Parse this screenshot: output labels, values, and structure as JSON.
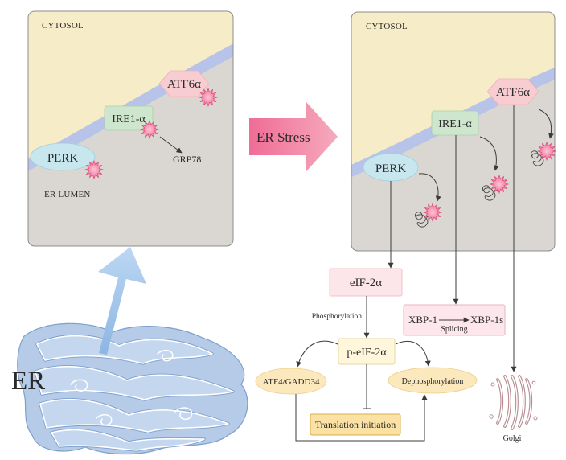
{
  "left_panel": {
    "cytosol_label": "CYTOSOL",
    "lumen_label": "ER LUMEN",
    "atf6_label": "ATF6α",
    "ire1_label": "IRE1-α",
    "perk_label": "PERK",
    "grp78_label": "GRP78"
  },
  "stress_arrow": {
    "label": "ER Stress"
  },
  "right_panel": {
    "cytosol_label": "CYTOSOL",
    "atf6_label": "ATF6α",
    "ire1_label": "IRE1-α",
    "perk_label": "PERK"
  },
  "perk_branch": {
    "eif2a_label": "eIF-2α",
    "phosphorylation_label": "Phosphorylation",
    "p_eif2a_label": "p-eIF-2α",
    "atf4_gadd34_label": "ATF4/GADD34",
    "dephosphorylation_label": "Dephosphorylation",
    "translation_initiation_label": "Translation initiation"
  },
  "ire1_branch": {
    "xbp1_label": "XBP-1",
    "splicing_label": "Splicing",
    "xbp1s_label": "XBP-1s"
  },
  "atf6_branch": {
    "golgi_label": "Golgi"
  },
  "er": {
    "label": "ER"
  },
  "colors": {
    "cytosol": "#f6ecc7",
    "lumen": "#dad7d2",
    "membrane": "#b7c3e8",
    "atf6": "#f8cdd1",
    "ire1": "#cfe6ce",
    "perk": "#c7e6ee",
    "highlight_text": "#e2404c",
    "eif2a_box": "#fde6ea",
    "p_eif2a_box": "#fff7dc",
    "effector": "#fbe8bc",
    "translation_box": "#fbe2a4",
    "xbp_box": "#fde7ec",
    "er": "#b5cbe8"
  }
}
